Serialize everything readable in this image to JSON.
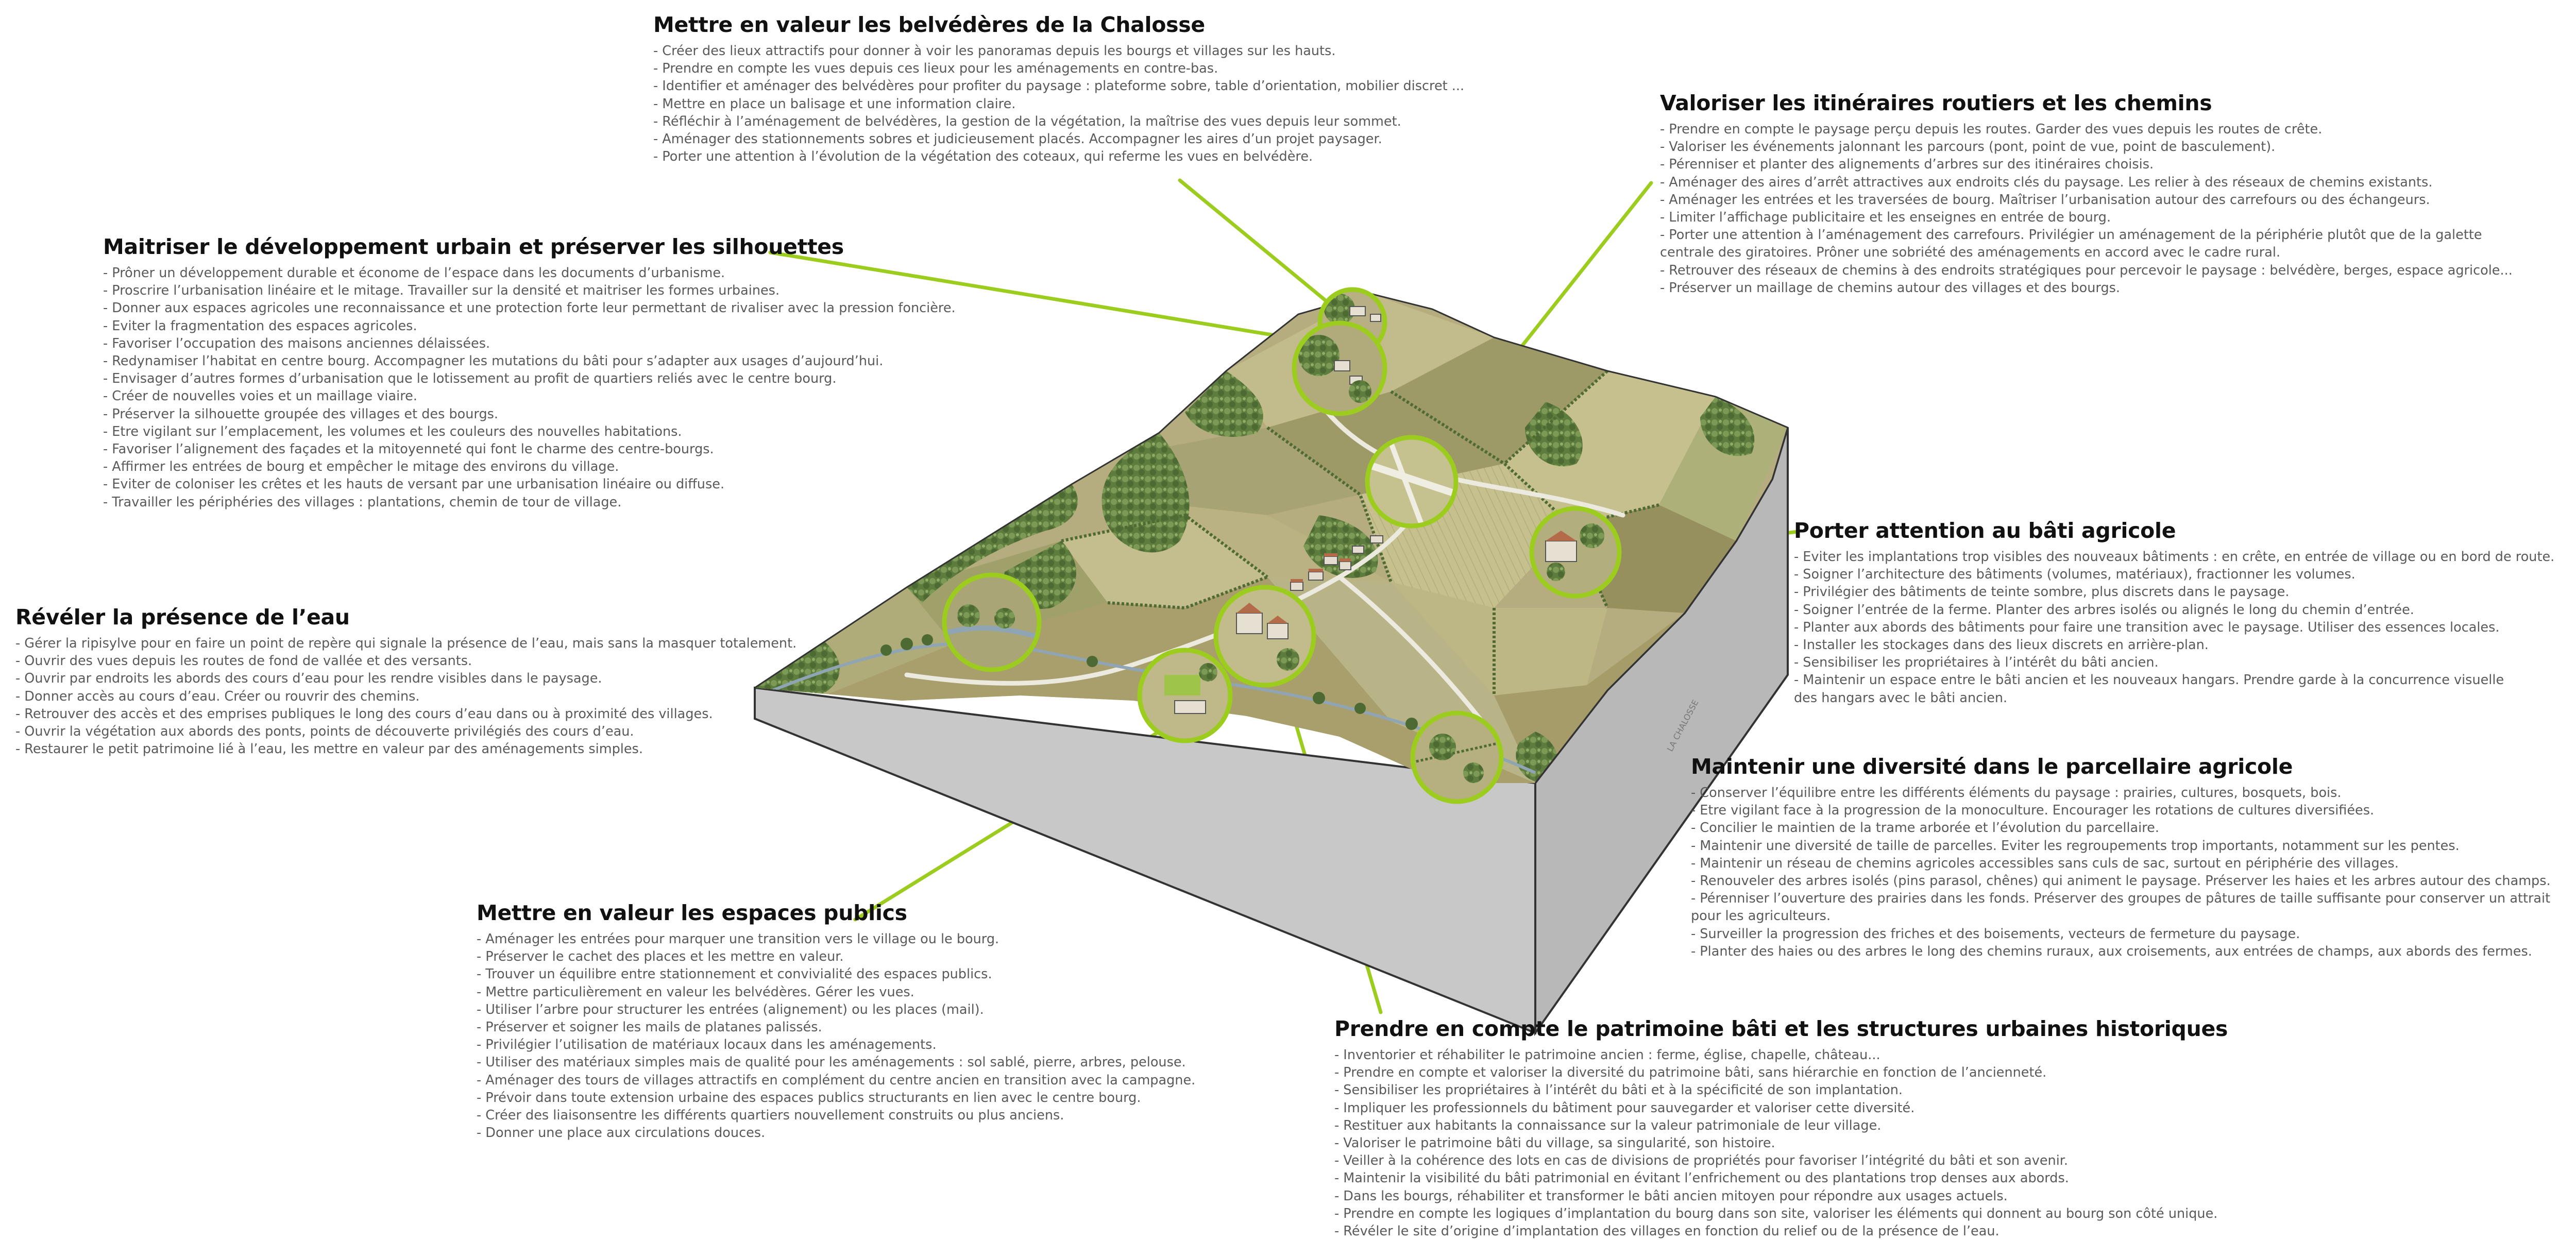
{
  "colors": {
    "accent": "#9ccc1e",
    "title": "#111111",
    "text": "#5a5a5a",
    "base": "#cfcfcf"
  },
  "side_label": "LA CHALOSSE",
  "blocks": [
    {
      "id": "belvederes",
      "title": "Mettre en valeur les belvédères de la Chalosse",
      "items": [
        "- Créer des lieux attractifs pour donner à voir les panoramas depuis les bourgs et villages sur les hauts.",
        "- Prendre en compte les vues depuis ces lieux pour les aménagements en contre-bas.",
        "- Identifier et aménager des belvédères pour profiter du paysage : plateforme sobre, table d’orientation, mobilier discret ...",
        "- Mettre en place un balisage et une information claire.",
        "- Réfléchir à l’aménagement de belvédères, la gestion de la végétation, la maîtrise des vues depuis leur sommet.",
        "- Aménager des stationnements sobres et judicieusement placés. Accompagner les aires d’un projet paysager.",
        "- Porter une attention à l’évolution de la végétation des coteaux, qui referme les vues en belvédère."
      ]
    },
    {
      "id": "itineraires",
      "title": "Valoriser les itinéraires routiers et les chemins",
      "items": [
        "- Prendre en compte le paysage perçu depuis les routes. Garder des vues depuis les routes de crête.",
        "- Valoriser les événements jalonnant les parcours (pont, point de vue, point de basculement).",
        "- Pérenniser et planter des alignements d’arbres sur des itinéraires choisis.",
        "- Aménager des aires d’arrêt attractives aux endroits clés du paysage. Les relier à des réseaux de chemins existants.",
        "- Aménager les entrées et les traversées de bourg. Maîtriser l’urbanisation autour des carrefours ou des échangeurs.",
        "- Limiter l’affichage publicitaire et les enseignes en entrée de bourg.",
        "- Porter une attention à l’aménagement des carrefours. Privilégier un aménagement de la périphérie plutôt que de la galette",
        "  centrale des giratoires. Prôner une sobriété des aménagements en accord avec le cadre rural.",
        "- Retrouver des réseaux de chemins à des endroits stratégiques pour percevoir le paysage : belvédère, berges, espace agricole...",
        "- Préserver un maillage de chemins autour des villages et des bourgs."
      ]
    },
    {
      "id": "silhouettes",
      "title": "Maitriser le développement urbain et préserver les silhouettes",
      "items": [
        "- Prôner un développement durable et économe de l’espace dans les documents d’urbanisme.",
        "- Proscrire l’urbanisation linéaire et le mitage. Travailler sur la densité et maitriser les formes urbaines.",
        "- Donner aux espaces agricoles une reconnaissance et une protection forte leur permettant de rivaliser avec la pression foncière.",
        "- Eviter la fragmentation des espaces agricoles.",
        "- Favoriser l’occupation des maisons anciennes délaissées.",
        "- Redynamiser l’habitat en centre bourg. Accompagner les mutations du bâti pour s’adapter aux usages d’aujourd’hui.",
        "- Envisager d’autres formes d’urbanisation que le lotissement au profit de quartiers reliés avec le centre bourg.",
        "- Créer de nouvelles voies et un maillage viaire.",
        "- Préserver la silhouette groupée des villages et des bourgs.",
        "- Etre vigilant sur l’emplacement, les volumes et les couleurs des nouvelles habitations.",
        "- Favoriser l’alignement des façades et la mitoyenneté qui font le charme des centre-bourgs.",
        "- Affirmer les entrées de bourg et empêcher le mitage des environs du village.",
        "- Eviter de coloniser les crêtes et les hauts de versant par une urbanisation linéaire ou diffuse.",
        "- Travailler les périphéries des villages : plantations, chemin de tour de village."
      ]
    },
    {
      "id": "eau",
      "title": "Révéler la présence de l’eau",
      "items": [
        "- Gérer la ripisylve pour en faire un point de repère qui signale la présence de l’eau, mais sans la masquer totalement.",
        "- Ouvrir des vues depuis les routes de fond de vallée et des versants.",
        "- Ouvrir par endroits les abords des cours d’eau pour les rendre visibles dans le paysage.",
        "- Donner accès au cours d’eau. Créer ou rouvrir des chemins.",
        "- Retrouver des accès et des emprises publiques le long des cours d’eau dans ou à proximité des villages.",
        "- Ouvrir la végétation aux abords des ponts, points de découverte privilégiés des cours d’eau.",
        "- Restaurer le petit patrimoine lié à l’eau, les mettre en valeur par des aménagements simples."
      ]
    },
    {
      "id": "bati_agricole",
      "title": "Porter attention au bâti agricole",
      "items": [
        "- Eviter les implantations trop visibles des nouveaux bâtiments : en crête, en entrée de village ou en bord de route.",
        "- Soigner l’architecture des bâtiments (volumes, matériaux), fractionner les volumes.",
        "- Privilégier des bâtiments de teinte sombre, plus discrets dans le paysage.",
        "- Soigner l’entrée de la ferme. Planter des arbres isolés ou alignés le long du chemin d’entrée.",
        "- Planter aux abords des bâtiments pour faire une transition avec le paysage. Utiliser des essences locales.",
        "- Installer les stockages dans des lieux discrets en arrière-plan.",
        "- Sensibiliser les propriétaires à l’intérêt du bâti ancien.",
        "- Maintenir un espace entre le bâti ancien et les nouveaux hangars. Prendre garde à la concurrence visuelle",
        "  des hangars avec le bâti ancien."
      ]
    },
    {
      "id": "parcellaire",
      "title": "Maintenir une diversité dans le parcellaire agricole",
      "items": [
        "- Conserver l’équilibre entre les différents éléments du paysage : prairies, cultures, bosquets, bois.",
        "- Etre vigilant face à la progression de la monoculture. Encourager les rotations de cultures diversifiées.",
        "- Concilier le maintien de la trame arborée et l’évolution du parcellaire.",
        "- Maintenir une diversité de taille de parcelles. Eviter les regroupements trop importants, notamment sur les pentes.",
        "- Maintenir un réseau de chemins agricoles accessibles sans culs de sac, surtout en périphérie des villages.",
        "- Renouveler des arbres isolés (pins parasol, chênes) qui animent le paysage. Préserver les haies et les arbres autour des champs.",
        "- Pérenniser l’ouverture des prairies dans les fonds. Préserver des groupes de pâtures de taille suffisante pour conserver un attrait",
        "  pour les agriculteurs.",
        "- Surveiller la progression des friches et des boisements, vecteurs de fermeture du paysage.",
        "- Planter des haies ou des arbres le long des chemins ruraux, aux croisements, aux entrées de champs, aux abords des fermes."
      ]
    },
    {
      "id": "espaces_publics",
      "title": "Mettre en valeur les espaces publics",
      "items": [
        "- Aménager les entrées pour marquer une transition vers le village ou le bourg.",
        "- Préserver le cachet des places et les mettre en valeur.",
        "- Trouver un équilibre entre stationnement et convivialité des espaces publics.",
        "- Mettre particulièrement en valeur les belvédères. Gérer les vues.",
        "- Utiliser l’arbre pour structurer les entrées (alignement) ou les places (mail).",
        "- Préserver et soigner les mails de platanes palissés.",
        "- Privilégier l’utilisation de matériaux locaux dans les aménagements.",
        "- Utiliser des matériaux simples mais de qualité pour les aménagements : sol sablé, pierre, arbres, pelouse.",
        "- Aménager des tours de villages attractifs en complément du centre ancien en transition avec la campagne.",
        "- Prévoir dans toute extension urbaine des espaces publics structurants en lien avec le centre bourg.",
        "- Créer des liaisonsentre les différents quartiers nouvellement construits ou plus anciens.",
        "- Donner une place aux circulations douces."
      ]
    },
    {
      "id": "patrimoine",
      "title": "Prendre en compte le patrimoine bâti et les structures urbaines historiques",
      "items": [
        "- Inventorier et réhabiliter le patrimoine ancien : ferme, église, chapelle, château...",
        "- Prendre en compte et valoriser la diversité du patrimoine bâti, sans hiérarchie en fonction de l’ancienneté.",
        "- Sensibiliser les propriétaires à l’intérêt du bâti et à la spécificité de son implantation.",
        "- Impliquer les professionnels du bâtiment pour sauvegarder et valoriser cette diversité.",
        "- Restituer aux habitants la connaissance sur la valeur patrimoniale de leur village.",
        "- Valoriser le patrimoine bâti du village, sa singularité, son histoire.",
        "- Veiller à la cohérence des lots en cas de divisions de propriétés pour favoriser l’intégrité du bâti et son avenir.",
        "- Maintenir la visibilité du bâti patrimonial en évitant l’enfrichement ou des plantations trop denses aux abords.",
        "- Dans les bourgs, réhabiliter et transformer le bâti ancien mitoyen pour répondre aux usages actuels.",
        "- Prendre en compte les logiques d’implantation du bourg dans son site, valoriser les éléments qui donnent au bourg son côté unique.",
        "- Révéler le site d’origine d’implantation des villages en fonction du relief ou de la présence de l’eau."
      ]
    }
  ]
}
